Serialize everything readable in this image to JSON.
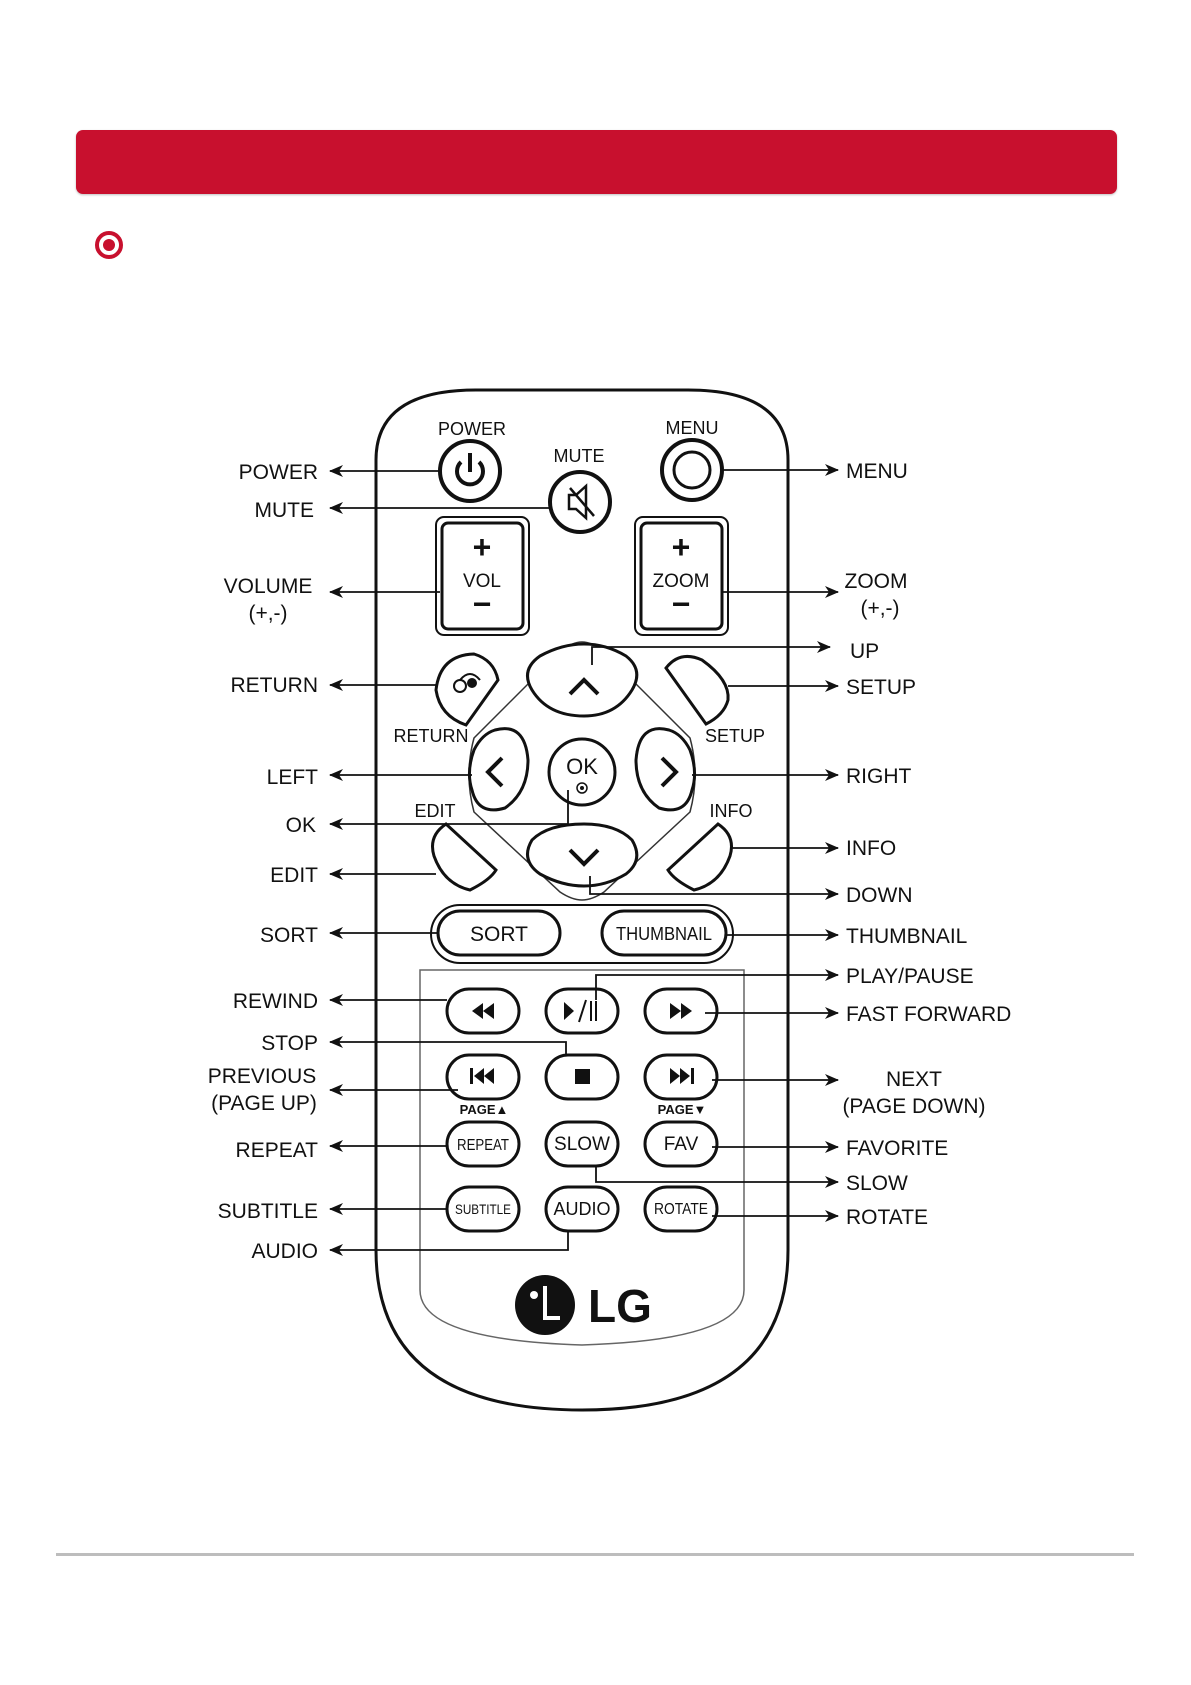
{
  "colors": {
    "banner": "#c8102e",
    "bullet": "#c8102e",
    "ink": "#111111"
  },
  "remote": {
    "top_labels": {
      "power": "POWER",
      "mute": "MUTE",
      "menu": "MENU",
      "return": "RETURN",
      "setup": "SETUP",
      "edit": "EDIT",
      "info": "INFO"
    },
    "buttons": {
      "vol": "VOL",
      "vol_plus": "+",
      "vol_minus": "−",
      "zoom": "ZOOM",
      "zoom_plus": "+",
      "zoom_minus": "−",
      "ok": "OK",
      "sort": "SORT",
      "thumbnail": "THUMBNAIL",
      "repeat": "REPEAT",
      "slow": "SLOW",
      "fav": "FAV",
      "subtitle": "SUBTITLE",
      "audio": "AUDIO",
      "rotate": "ROTATE",
      "page_up": "PAGE▲",
      "page_down": "PAGE▼"
    },
    "logo_text": "LG",
    "icons": [
      "power-icon",
      "mute-icon",
      "menu-icon",
      "return-icon",
      "up-arrow-icon",
      "down-arrow-icon",
      "left-arrow-icon",
      "right-arrow-icon",
      "rewind-icon",
      "play-pause-icon",
      "fast-forward-icon",
      "stop-icon",
      "previous-icon",
      "next-icon"
    ]
  },
  "callouts_left": {
    "power": "POWER",
    "mute": "MUTE",
    "volume_1": "VOLUME",
    "volume_2": "(+,-)",
    "return": "RETURN",
    "left": "LEFT",
    "ok": "OK",
    "edit": "EDIT",
    "sort": "SORT",
    "rewind": "REWIND",
    "stop": "STOP",
    "previous_1": "PREVIOUS",
    "previous_2": "(PAGE UP)",
    "repeat": "REPEAT",
    "subtitle": "SUBTITLE",
    "audio": "AUDIO"
  },
  "callouts_right": {
    "menu": "MENU",
    "zoom_1": "ZOOM",
    "zoom_2": "(+,-)",
    "up": "UP",
    "setup": "SETUP",
    "right": "RIGHT",
    "info": "INFO",
    "down": "DOWN",
    "thumbnail": "THUMBNAIL",
    "play_pause": "PLAY/PAUSE",
    "fast_forward": "FAST FORWARD",
    "next_1": "NEXT",
    "next_2": "(PAGE DOWN)",
    "favorite": "FAVORITE",
    "slow": "SLOW",
    "rotate": "ROTATE"
  }
}
